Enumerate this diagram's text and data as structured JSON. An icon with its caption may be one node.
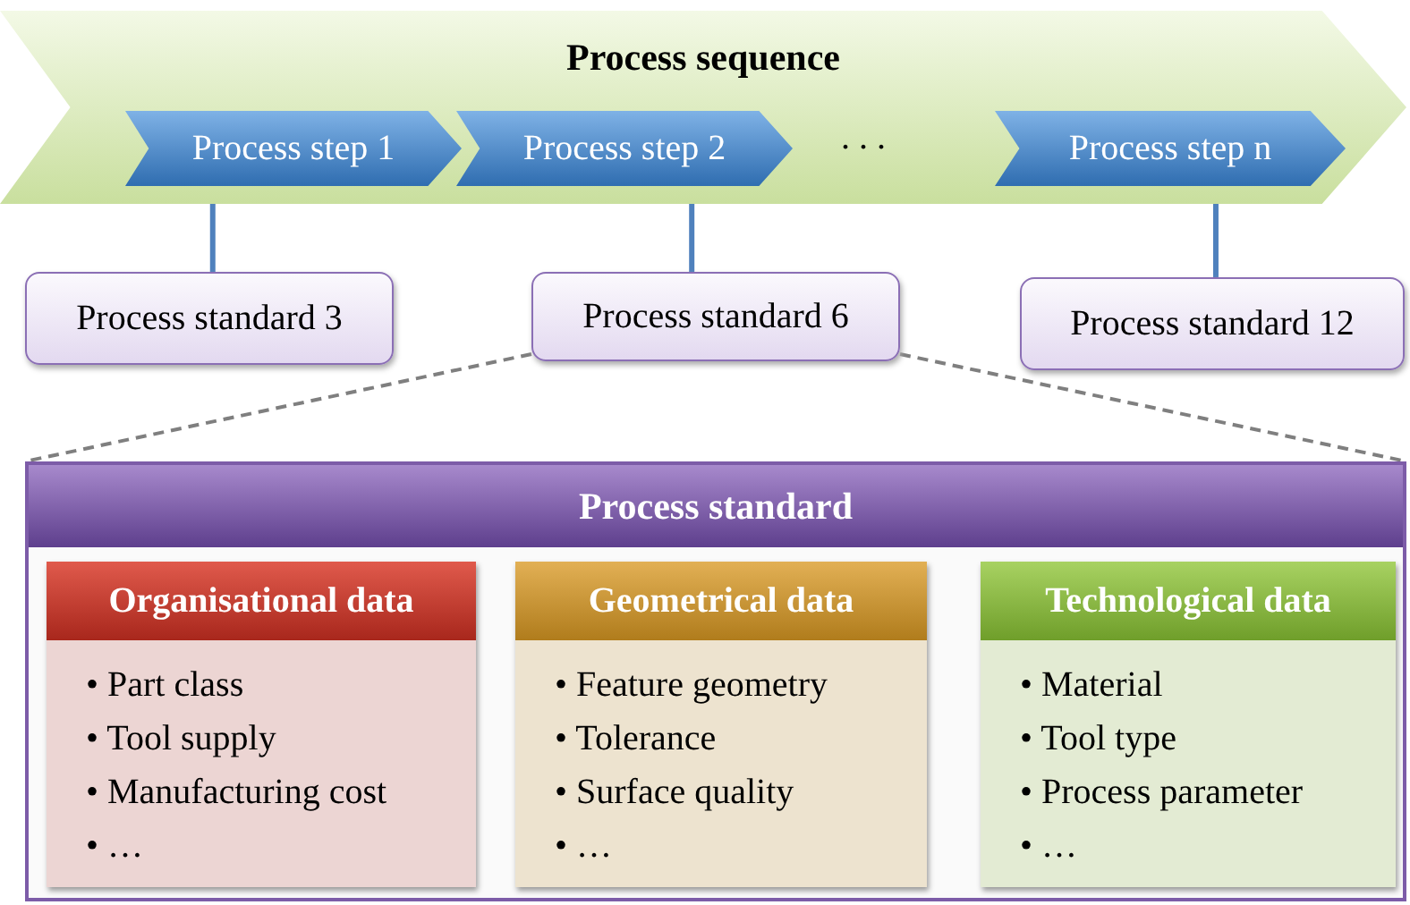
{
  "diagram": {
    "nodes": [
      {
        "text": [
          "Process sequence"
        ]
      },
      {
        "text": [
          "Process step 1"
        ],
        "in": 0
      },
      {
        "text": [
          "Process step 2"
        ],
        "in": 0
      },
      {
        "text": [
          "Process step n"
        ],
        "in": 0
      },
      {
        "text": [
          "Process standard 3"
        ]
      },
      {
        "text": [
          "Process standard 6"
        ]
      },
      {
        "text": [
          "Process standard 12"
        ]
      },
      {
        "text": [
          "Process standard"
        ]
      },
      {
        "text": [
          "Organisational data",
          "• Part class",
          "• Tool supply",
          "• Manufacturing cost",
          "• …"
        ],
        "in": 7
      },
      {
        "text": [
          "Geometrical data",
          "• Feature geometry",
          "• Tolerance",
          "• Surface quality",
          "• …"
        ],
        "in": 7
      },
      {
        "text": [
          "Technological data",
          "• Material",
          "• Tool type",
          "• Process parameter",
          "• …"
        ],
        "in": 7
      }
    ],
    "edges": [
      {
        "from": 1,
        "to": 4,
        "arrow": "none"
      },
      {
        "from": 2,
        "to": 5,
        "arrow": "none"
      },
      {
        "from": 3,
        "to": 6,
        "arrow": "none"
      },
      {
        "from": 5,
        "to": 7,
        "arrow": "none",
        "style": "dashed",
        "color": "#7f7f7f"
      },
      {
        "from": 5,
        "to": 7,
        "arrow": "none",
        "style": "dashed",
        "color": "#7f7f7f"
      }
    ],
    "labels": [
      ". . ."
    ]
  }
}
